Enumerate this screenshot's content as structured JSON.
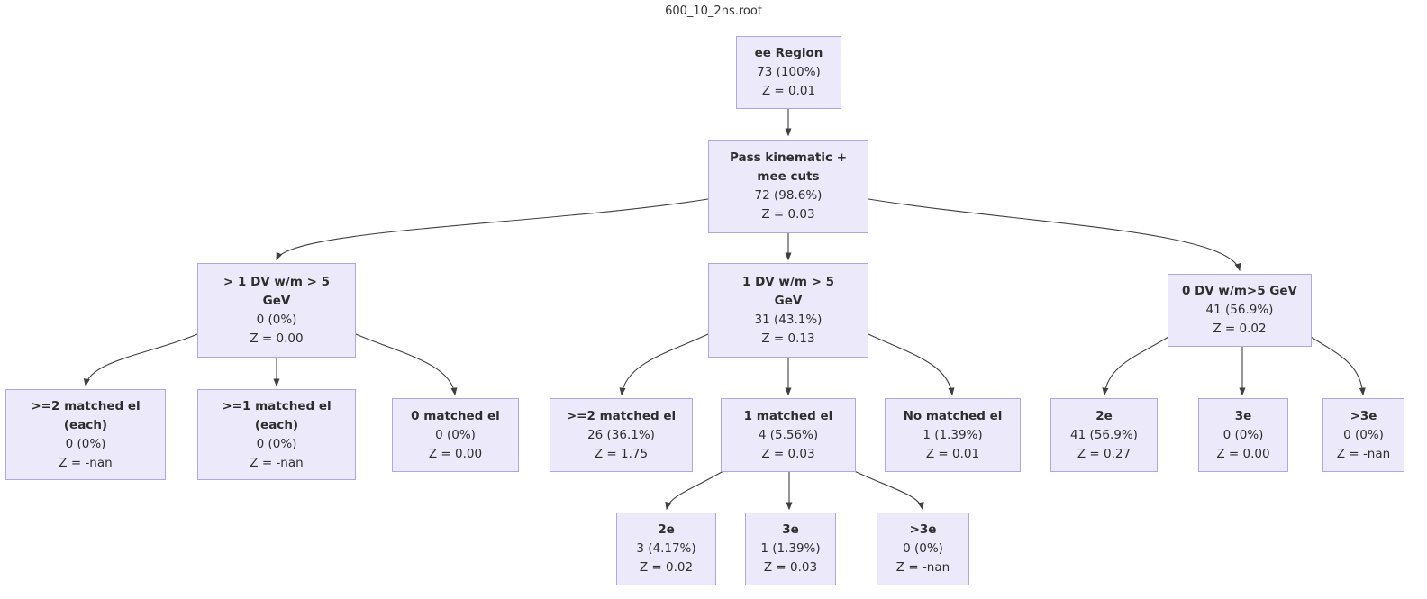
{
  "title": "600_10_2ns.root",
  "colors": {
    "background": "#ffffff",
    "node_fill": "#eceafa",
    "node_border": "#b3a5de",
    "edge": "#3f3f3f",
    "text": "#2e2e2e",
    "title_color": "#333333"
  },
  "nodes": {
    "root": {
      "name1": "ee Region",
      "count": "73 (100%)",
      "z": "Z = 0.01"
    },
    "pass": {
      "name1": "Pass kinematic +",
      "name2": "mee cuts",
      "count": "72 (98.6%)",
      "z": "Z = 0.03"
    },
    "gt1dv": {
      "name1": "> 1 DV w/m > 5",
      "name2": "GeV",
      "count": "0 (0%)",
      "z": "Z = 0.00"
    },
    "onedv": {
      "name1": "1 DV w/m > 5",
      "name2": "GeV",
      "count": "31 (43.1%)",
      "z": "Z = 0.13"
    },
    "zerodv": {
      "name1": "0 DV w/m>5 GeV",
      "count": "41 (56.9%)",
      "z": "Z = 0.02"
    },
    "ge2each": {
      "name1": ">=2 matched el",
      "name2": "(each)",
      "count": "0 (0%)",
      "z": "Z = -nan"
    },
    "ge1each": {
      "name1": ">=1 matched el",
      "name2": "(each)",
      "count": "0 (0%)",
      "z": "Z = -nan"
    },
    "match0": {
      "name1": "0 matched el",
      "count": "0 (0%)",
      "z": "Z = 0.00"
    },
    "ge2": {
      "name1": ">=2 matched el",
      "count": "26 (36.1%)",
      "z": "Z = 1.75"
    },
    "match1": {
      "name1": "1 matched el",
      "count": "4 (5.56%)",
      "z": "Z = 0.03"
    },
    "nomatch": {
      "name1": "No matched el",
      "count": "1 (1.39%)",
      "z": "Z = 0.01"
    },
    "dv0_2e": {
      "name1": "2e",
      "count": "41 (56.9%)",
      "z": "Z = 0.27"
    },
    "dv0_3e": {
      "name1": "3e",
      "count": "0 (0%)",
      "z": "Z = 0.00"
    },
    "dv0_gt3e": {
      "name1": ">3e",
      "count": "0 (0%)",
      "z": "Z = -nan"
    },
    "m1_2e": {
      "name1": "2e",
      "count": "3 (4.17%)",
      "z": "Z = 0.02"
    },
    "m1_3e": {
      "name1": "3e",
      "count": "1 (1.39%)",
      "z": "Z = 0.03"
    },
    "m1_gt3e": {
      "name1": ">3e",
      "count": "0 (0%)",
      "z": "Z = -nan"
    }
  },
  "edges": [
    {
      "from": "root",
      "to": "pass"
    },
    {
      "from": "pass",
      "to": "gt1dv"
    },
    {
      "from": "pass",
      "to": "onedv"
    },
    {
      "from": "pass",
      "to": "zerodv"
    },
    {
      "from": "gt1dv",
      "to": "ge2each"
    },
    {
      "from": "gt1dv",
      "to": "ge1each"
    },
    {
      "from": "gt1dv",
      "to": "match0"
    },
    {
      "from": "onedv",
      "to": "ge2"
    },
    {
      "from": "onedv",
      "to": "match1"
    },
    {
      "from": "onedv",
      "to": "nomatch"
    },
    {
      "from": "zerodv",
      "to": "dv0_2e"
    },
    {
      "from": "zerodv",
      "to": "dv0_3e"
    },
    {
      "from": "zerodv",
      "to": "dv0_gt3e"
    },
    {
      "from": "match1",
      "to": "m1_2e"
    },
    {
      "from": "match1",
      "to": "m1_3e"
    },
    {
      "from": "match1",
      "to": "m1_gt3e"
    }
  ]
}
